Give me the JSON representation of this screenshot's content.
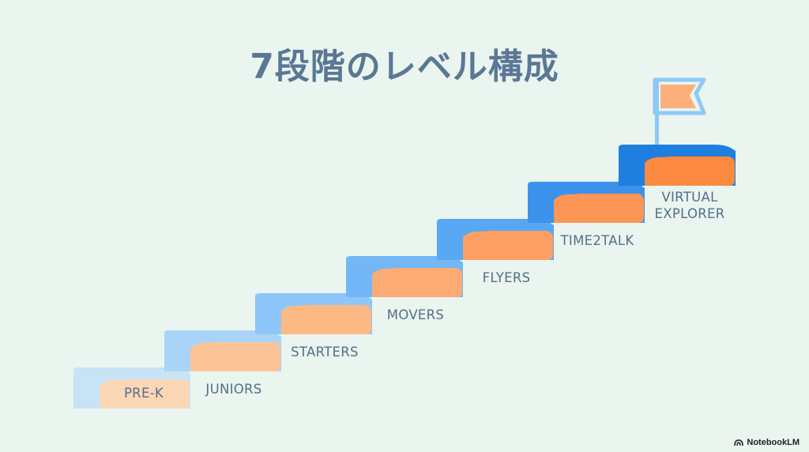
{
  "title": "7段階のレベル構成",
  "steps": [
    {
      "label": "PRE-K",
      "light": "#c8e2f6",
      "dark": "#fbd7b6"
    },
    {
      "label": "JUNIORS",
      "light": "#a9d4f8",
      "dark": "#fcc496"
    },
    {
      "label": "STARTERS",
      "light": "#8fc6f9",
      "dark": "#fdb884"
    },
    {
      "label": "MOVERS",
      "light": "#73b7f7",
      "dark": "#fdab74"
    },
    {
      "label": "FLYERS",
      "light": "#58a7f2",
      "dark": "#fd9f64"
    },
    {
      "label": "TIME2TALK",
      "light": "#3c92ea",
      "dark": "#fd9555"
    },
    {
      "label": "VIRTUAL EXPLORER",
      "label_lines": [
        "VIRTUAL",
        "EXPLORER"
      ],
      "light": "#1e7fdf",
      "dark": "#fb8a40"
    }
  ],
  "flag": {
    "pole_color": "#8dc9f6",
    "flag_color": "#fbb07c"
  },
  "brand": {
    "name": "NotebookLM"
  }
}
